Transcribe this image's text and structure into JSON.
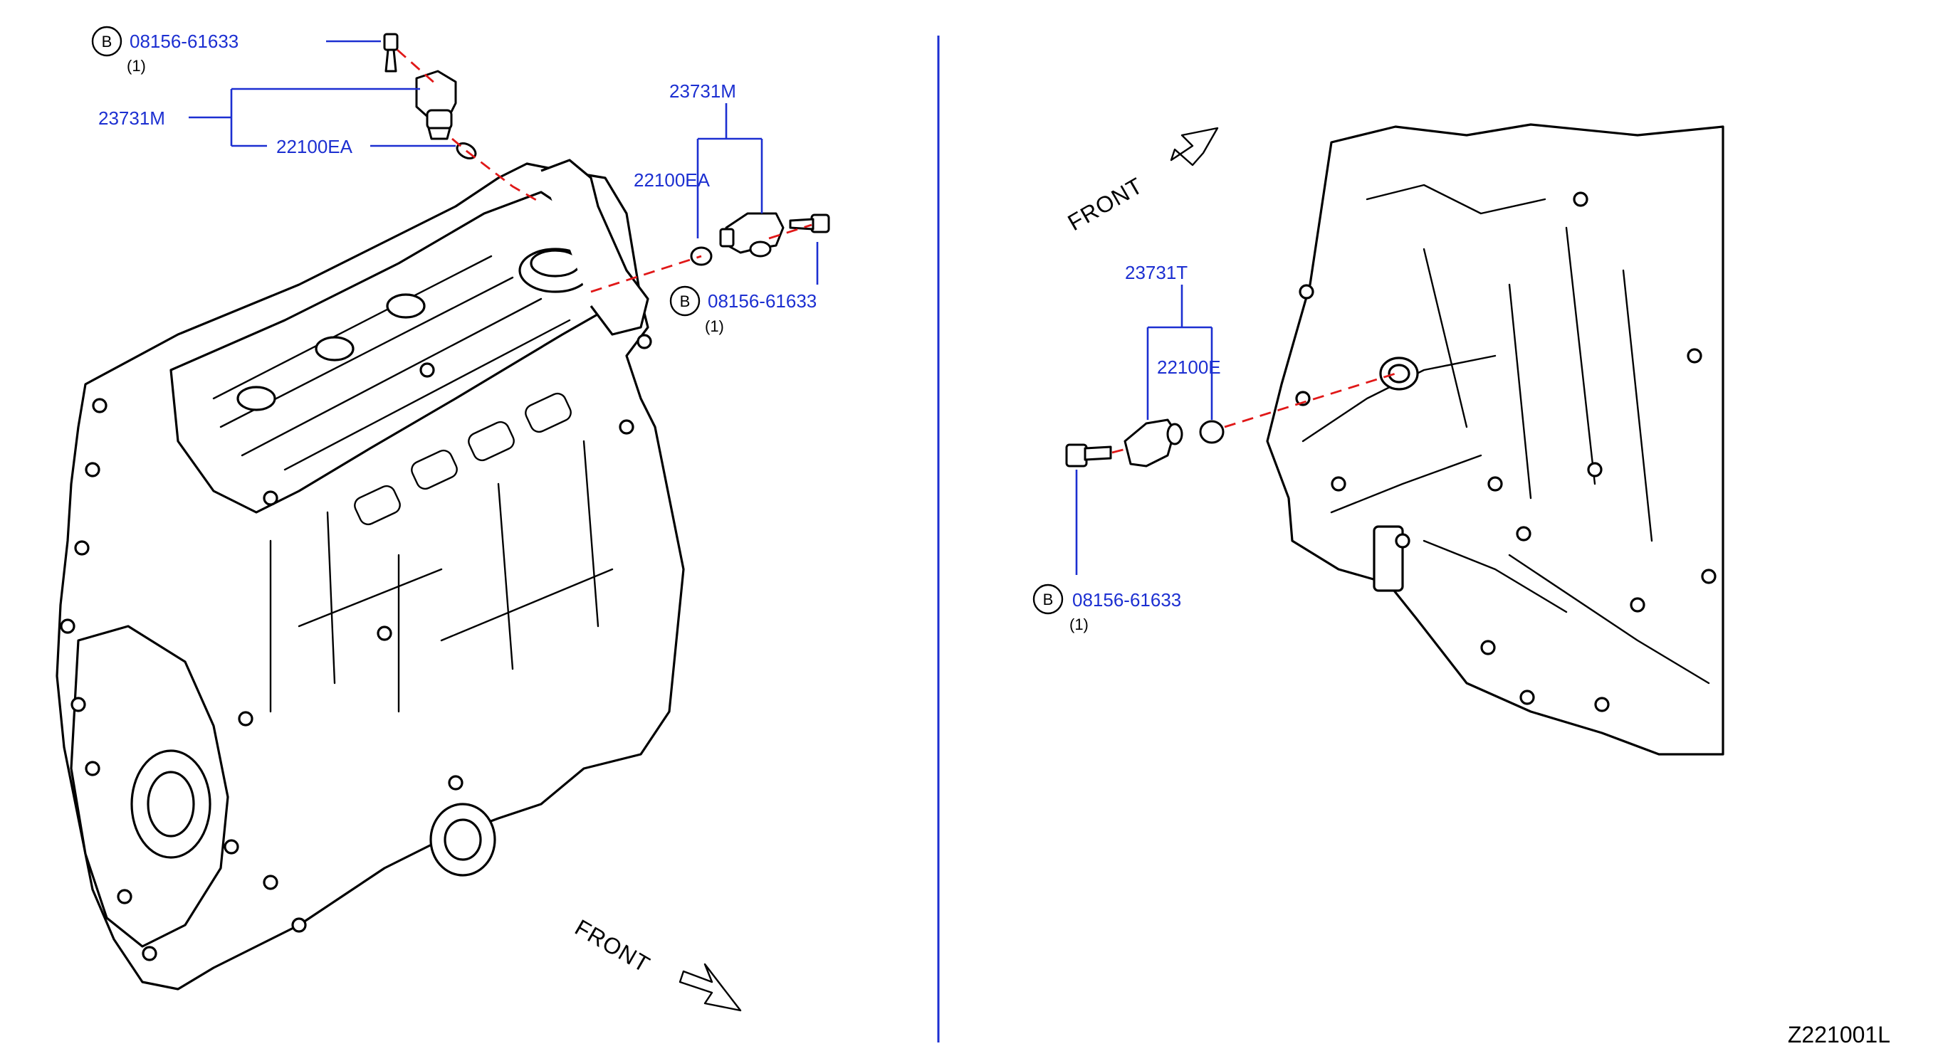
{
  "labels": {
    "bolt_top_left": {
      "prefix": "B",
      "part": "08156-61633",
      "qty": "(1)"
    },
    "sensor_top_left": "23731M",
    "oring_top_left": "22100EA",
    "sensor_top_right": "23731M",
    "oring_top_right": "22100EA",
    "bolt_top_right": {
      "prefix": "B",
      "part": "08156-61633",
      "qty": "(1)"
    },
    "sensor_right": "23731T",
    "oring_right": "22100E",
    "bolt_right": {
      "prefix": "B",
      "part": "08156-61633",
      "qty": "(1)"
    }
  },
  "front_left": "FRONT",
  "front_right": "FRONT",
  "diagram_code": "Z221001L",
  "colors": {
    "label_blue": "#1c2fd1",
    "hidden_line_red": "#e01818",
    "line_black": "#000000"
  }
}
